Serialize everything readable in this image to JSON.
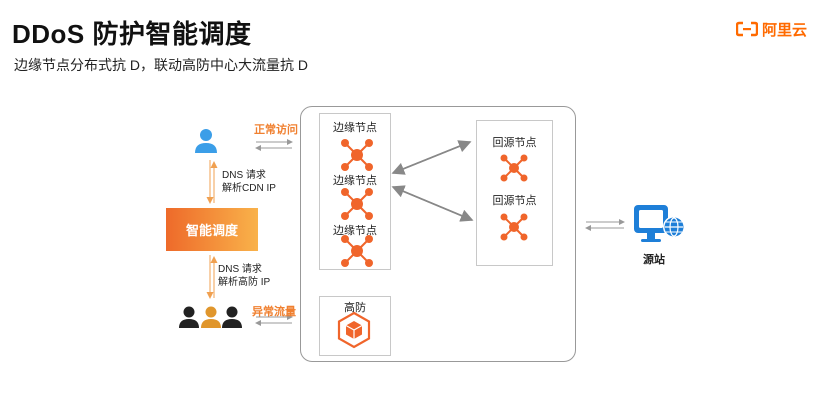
{
  "header": {
    "title": "DDoS 防护智能调度",
    "subtitle": "边缘节点分布式抗 D，联动高防中心大流量抗 D"
  },
  "logo": {
    "text": "阿里云",
    "icon": "aliyun-bracket-icon",
    "color": "#ff6a00"
  },
  "diagram": {
    "normal_access_label": "正常访问",
    "abnormal_traffic_label": "异常流量",
    "scheduler_label": "智能调度",
    "dns_top_line1": "DNS 请求",
    "dns_top_line2": "解析CDN IP",
    "dns_bottom_line1": "DNS 请求",
    "dns_bottom_line2": "解析高防 IP",
    "edge_nodes": [
      "边缘节点",
      "边缘节点",
      "边缘节点"
    ],
    "origin_nodes": [
      "回源节点",
      "回源节点"
    ],
    "high_defense_label": "高防",
    "origin_server_label": "源站",
    "colors": {
      "accent": "#f0652b",
      "user_blue": "#3b9ee8",
      "attacker_orange": "#e0962c",
      "arrow_gray": "#888888",
      "origin_blue": "#1e7fd8"
    }
  }
}
